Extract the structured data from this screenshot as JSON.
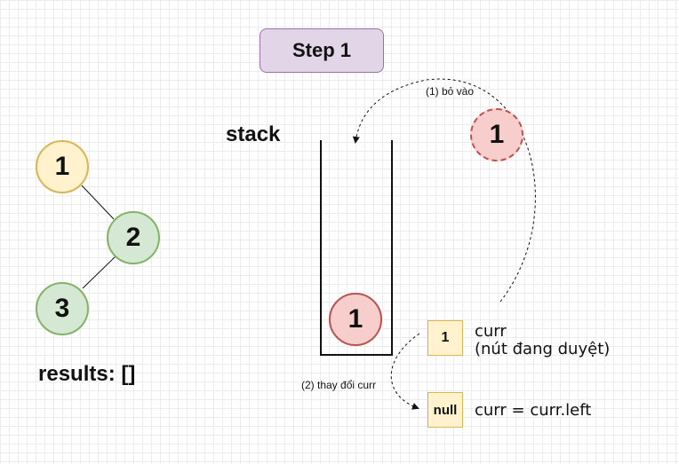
{
  "step": {
    "title": "Step 1"
  },
  "tree": {
    "nodes": [
      {
        "label": "1",
        "fill": "#fff2cc",
        "stroke": "#d6b656"
      },
      {
        "label": "2",
        "fill": "#d5e8d4",
        "stroke": "#82b366"
      },
      {
        "label": "3",
        "fill": "#d5e8d4",
        "stroke": "#82b366"
      }
    ]
  },
  "results": {
    "label": "results: []"
  },
  "stack": {
    "label": "stack",
    "item": {
      "label": "1",
      "fill": "#f8cecc",
      "stroke": "#b85450"
    }
  },
  "incoming_node": {
    "label": "1",
    "fill": "#f8cecc",
    "stroke": "#b85450"
  },
  "arrows": {
    "push_label": "(1) bỏ vào",
    "change_label": "(2) thay đổi curr"
  },
  "curr": {
    "box_value": "1",
    "line1": "curr",
    "line2": "(nút đang duyệt)"
  },
  "next": {
    "box_value": "null",
    "text": "curr = curr.left"
  },
  "colors": {
    "step_fill": "#e1d5e7",
    "step_stroke": "#9673a6",
    "box_fill": "#fff2cc",
    "box_stroke": "#d6b656"
  }
}
